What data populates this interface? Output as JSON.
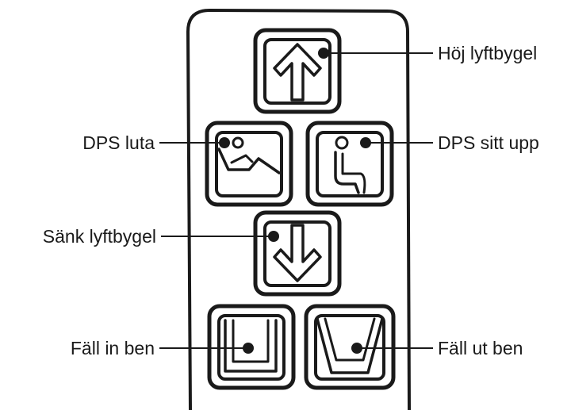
{
  "labels": {
    "raise_lift_bar": "Höj lyftbygel",
    "dps_recline": "DPS luta",
    "dps_sit_up": "DPS sitt upp",
    "lower_lift_bar": "Sänk lyftbygel",
    "fold_in_legs": "Fäll in ben",
    "fold_out_legs": "Fäll ut ben"
  },
  "buttons": [
    {
      "id": "raise-lift-bar",
      "icon": "arrow-up-icon"
    },
    {
      "id": "dps-recline",
      "icon": "recline-person-icon"
    },
    {
      "id": "dps-sit-up",
      "icon": "seated-person-icon"
    },
    {
      "id": "lower-lift-bar",
      "icon": "arrow-down-icon"
    },
    {
      "id": "fold-in-legs",
      "icon": "legs-in-icon"
    },
    {
      "id": "fold-out-legs",
      "icon": "legs-out-icon"
    }
  ],
  "colors": {
    "ink": "#1a1a1a",
    "background": "#ffffff"
  }
}
